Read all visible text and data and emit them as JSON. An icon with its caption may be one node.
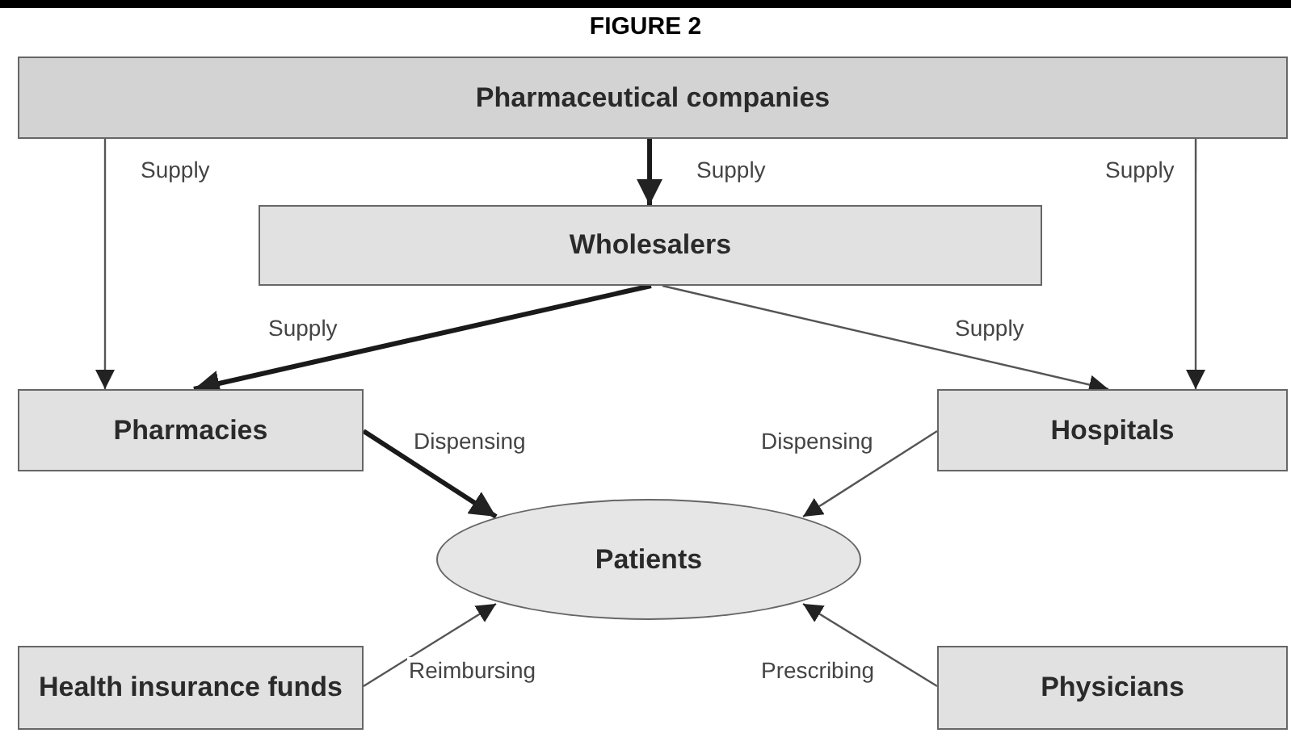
{
  "diagram": {
    "title": "FIGURE 2",
    "nodes": [
      {
        "text": [
          "Pharmaceutical companies"
        ]
      },
      {
        "text": [
          "Wholesalers"
        ]
      },
      {
        "text": [
          "Pharmacies"
        ]
      },
      {
        "text": [
          "Hospitals"
        ]
      },
      {
        "text": [
          "Patients"
        ]
      },
      {
        "text": [
          "Health insurance funds"
        ]
      },
      {
        "text": [
          "Physicians"
        ]
      }
    ],
    "edges": [
      {
        "from": 0,
        "to": 2,
        "arrow": "to",
        "label": "Supply"
      },
      {
        "from": 0,
        "to": 1,
        "arrow": "to",
        "label": "Supply",
        "style": "thick"
      },
      {
        "from": 0,
        "to": 3,
        "arrow": "to",
        "label": "Supply"
      },
      {
        "from": 1,
        "to": 2,
        "arrow": "to",
        "label": "Supply",
        "style": "thick"
      },
      {
        "from": 1,
        "to": 3,
        "arrow": "to",
        "label": "Supply"
      },
      {
        "from": 2,
        "to": 4,
        "arrow": "to",
        "label": "Dispensing",
        "style": "thick"
      },
      {
        "from": 3,
        "to": 4,
        "arrow": "to",
        "label": "Dispensing"
      },
      {
        "from": 5,
        "to": 4,
        "arrow": "to",
        "label": "Reimbursing"
      },
      {
        "from": 6,
        "to": 4,
        "arrow": "to",
        "label": "Prescribing"
      }
    ]
  }
}
